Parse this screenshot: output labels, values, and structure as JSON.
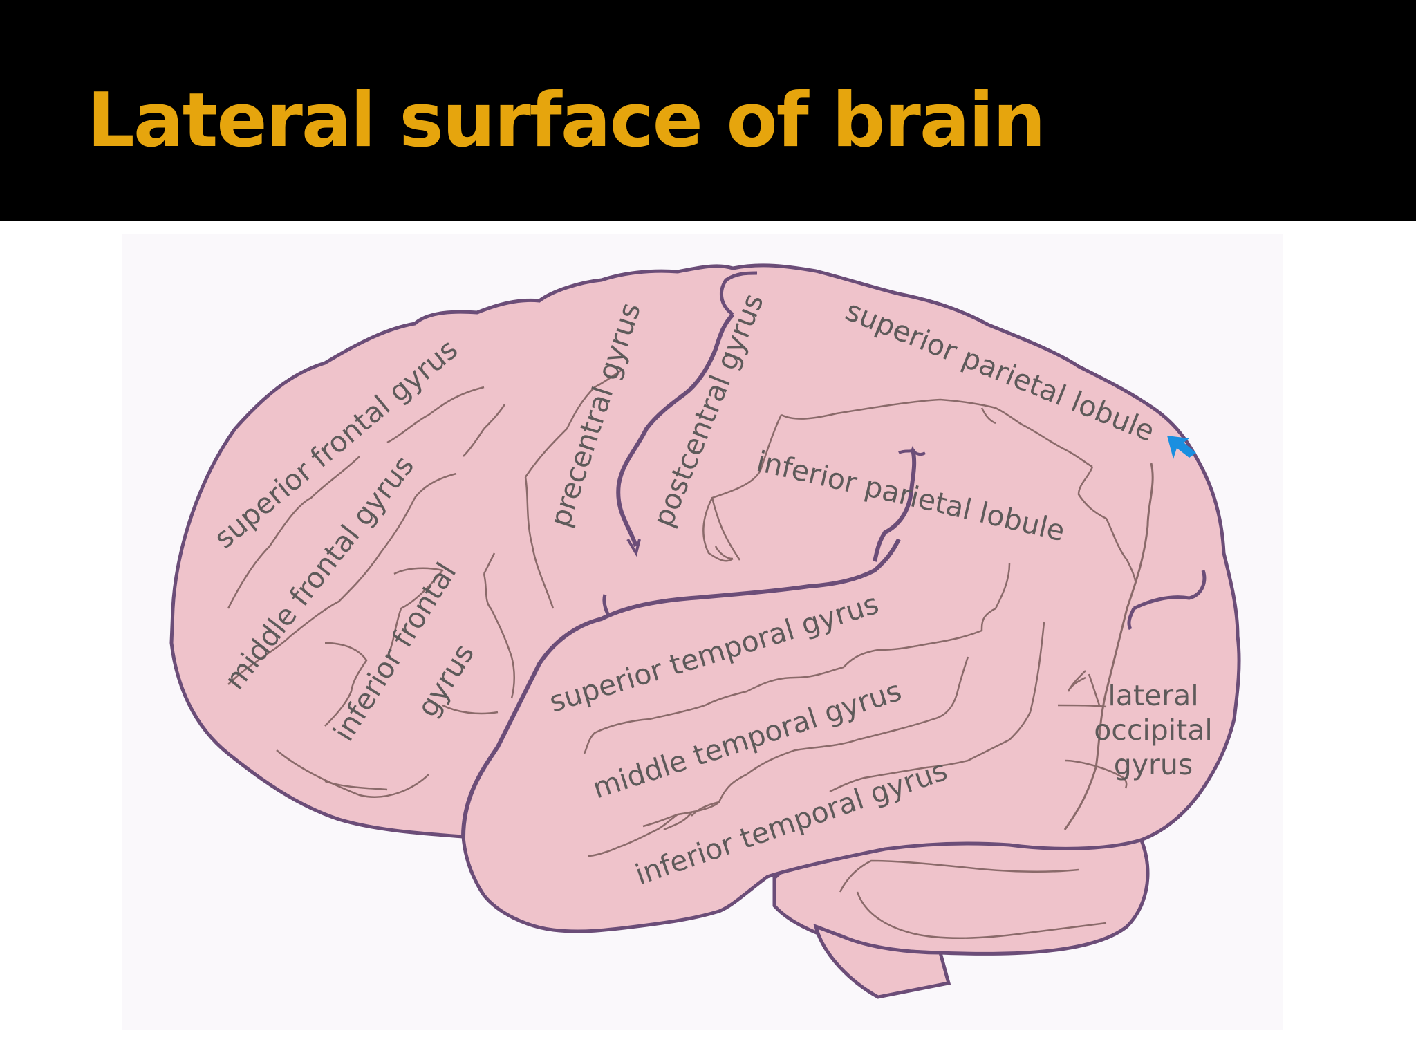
{
  "slide": {
    "title": "Lateral surface of brain"
  },
  "diagram": {
    "labels": {
      "superior_frontal_gyrus": "superior frontal gyrus",
      "middle_frontal_gyrus": "middle frontal gyrus",
      "inferior_frontal_gyrus_line1": "inferior frontal",
      "inferior_frontal_gyrus_line2": "gyrus",
      "precentral_gyrus": "precentral gyrus",
      "postcentral_gyrus": "postcentral gyrus",
      "superior_parietal_lobule": "superior parietal lobule",
      "inferior_parietal_lobule": "inferior parietal lobule",
      "superior_temporal_gyrus": "superior temporal gyrus",
      "middle_temporal_gyrus": "middle temporal gyrus",
      "inferior_temporal_gyrus": "inferior temporal gyrus",
      "lateral_occipital_gyrus_line1": "lateral",
      "lateral_occipital_gyrus_line2": "occipital",
      "lateral_occipital_gyrus_line3": "gyrus"
    },
    "colors": {
      "brain_fill": "#efc3cb",
      "outline": "#6b4d78",
      "sulcus": "#8a6a6a",
      "label_text": "#5e5a5a",
      "pointer_arrow": "#1a8fe0",
      "title_text": "#e6a50d",
      "title_bar": "#000000"
    },
    "pointer": {
      "icon": "arrow-pointer-icon"
    }
  }
}
